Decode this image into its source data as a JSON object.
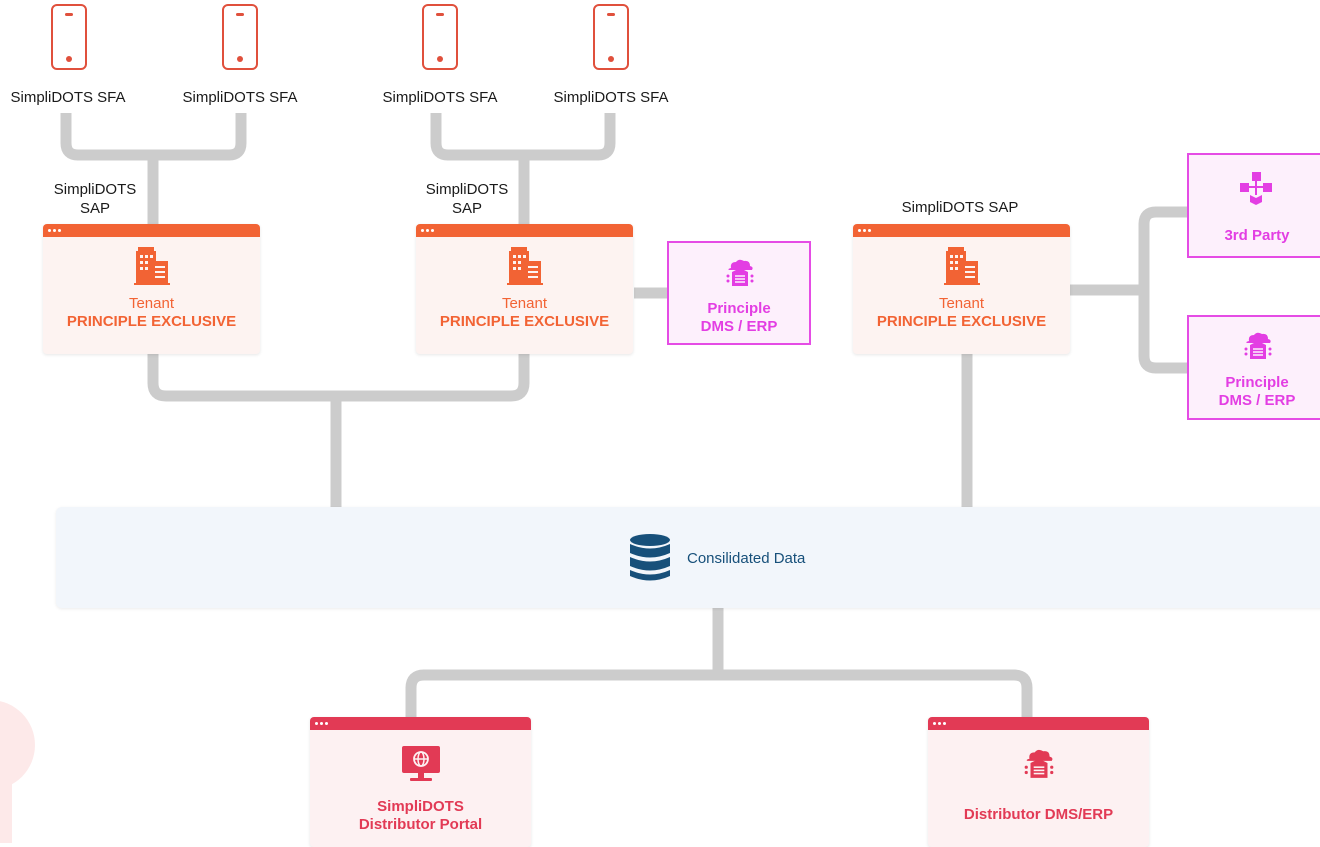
{
  "devices": [
    {
      "label": "SimpliDOTS SFA",
      "icon": "smartphone-icon"
    },
    {
      "label": "SimpliDOTS SFA",
      "icon": "smartphone-icon"
    },
    {
      "label": "SimpliDOTS SFA",
      "icon": "smartphone-icon"
    },
    {
      "label": "SimpliDOTS SFA",
      "icon": "smartphone-icon"
    }
  ],
  "sap_labels": [
    {
      "line1": "SimpliDOTS",
      "line2": "SAP"
    },
    {
      "line1": "SimpliDOTS",
      "line2": "SAP"
    },
    {
      "line1": "SimpliDOTS SAP",
      "line2": ""
    }
  ],
  "tenants": [
    {
      "line1": "Tenant",
      "line2": "PRINCIPLE EXCLUSIVE",
      "icon": "building-icon"
    },
    {
      "line1": "Tenant",
      "line2": "PRINCIPLE EXCLUSIVE",
      "icon": "building-icon"
    },
    {
      "line1": "Tenant",
      "line2": "PRINCIPLE EXCLUSIVE",
      "icon": "building-icon"
    }
  ],
  "side_boxes": {
    "principle_1": {
      "line1": "Principle",
      "line2": "DMS / ERP",
      "icon": "cloud-warehouse-icon"
    },
    "third_party": {
      "line1": "3rd Party",
      "icon": "network-nodes-icon"
    },
    "principle_2": {
      "line1": "Principle",
      "line2": "DMS / ERP",
      "icon": "cloud-warehouse-icon"
    }
  },
  "consolidated": {
    "label": "Consilidated Data",
    "icon": "database-icon"
  },
  "outputs": [
    {
      "line1": "SimpliDOTS",
      "line2": "Distributor Portal",
      "icon": "monitor-globe-icon"
    },
    {
      "line1": "Distributor DMS/ERP",
      "icon": "cloud-warehouse-icon"
    }
  ],
  "colors": {
    "tenant_accent": "#f26334",
    "output_accent": "#e23a55",
    "principle_accent": "#e54ce5",
    "database_blue": "#17507a",
    "connector_gray": "#cccccc"
  }
}
